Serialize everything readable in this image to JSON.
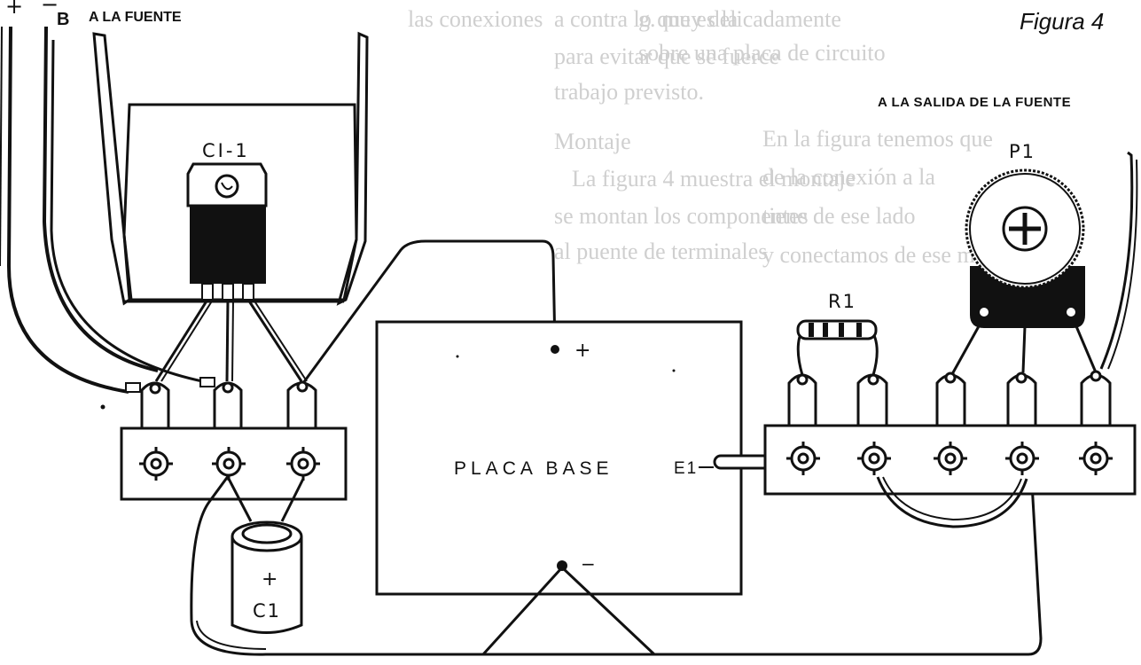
{
  "figure_label": "Figura 4",
  "source_label": "A LA FUENTE",
  "output_label": "A LA SALIDA DE LA FUENTE",
  "terminals": {
    "plus": "+",
    "minus": "−",
    "b": "B"
  },
  "components": {
    "regulator": "CI-1",
    "capacitor": "C1",
    "capacitor_polarity": "+",
    "resistor": "R1",
    "potentiometer": "P1",
    "base_board": "PLACA BASE",
    "input_marker": "E1"
  },
  "board_polarity": {
    "plus": "+",
    "minus": "−"
  },
  "bleed_text": [
    "a contra lo que es la",
    "para evitar que se fuerce",
    "trabajo previsto.",
    "Montaje",
    "La figura 4 muestra el montaje",
    "se montan los componentes",
    "al puente de terminales",
    "las conexiones",
    "g. muy delicadamente",
    "sobre una placa de circuito",
    "En la figura tenemos que",
    "de la conexión a la",
    "tiene de ese lado",
    "y conectamos de ese modo"
  ],
  "colors": {
    "ink": "#111111",
    "paper": "#ffffff",
    "bleed": "#cfcfcf"
  }
}
